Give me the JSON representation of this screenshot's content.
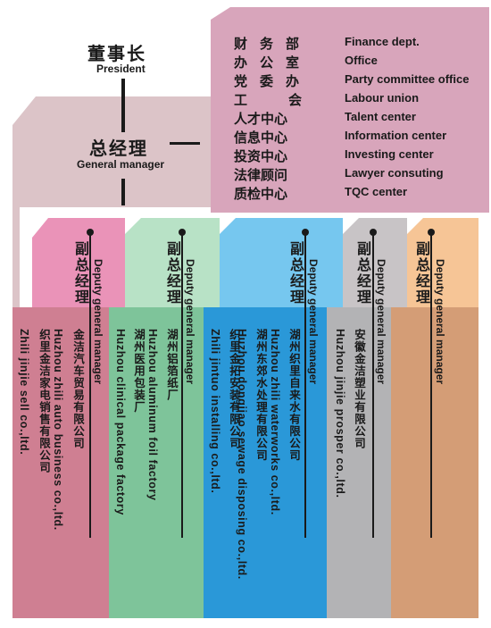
{
  "president": {
    "cn": "董事长",
    "en": "President"
  },
  "general_manager": {
    "cn": "总经理",
    "en": "General manager"
  },
  "departments": [
    {
      "cn": "财务部",
      "en": "Finance dept."
    },
    {
      "cn": "办公室",
      "en": "Office"
    },
    {
      "cn": "党委办",
      "en": "Party committee office"
    },
    {
      "cn": "工会",
      "en": "Labour union"
    },
    {
      "cn": "人才中心",
      "en": "Talent  center"
    },
    {
      "cn": "信息中心",
      "en": "Information  center"
    },
    {
      "cn": "投资中心",
      "en": "Investing center"
    },
    {
      "cn": "法律顾问",
      "en": "Lawyer consuting"
    },
    {
      "cn": "质检中心",
      "en": "TQC center"
    }
  ],
  "deputies": [
    {
      "cn": "副总经理",
      "en": "Deputy general manager",
      "companies": [
        {
          "cn": "金洁汽车贸易有限公司",
          "en": "Huzhou zhili auto business co.,ltd."
        },
        {
          "cn": "织里金洁家电销售有限公司",
          "en": "Zhili jinjie sell co.,ltd."
        }
      ]
    },
    {
      "cn": "副总经理",
      "en": "Deputy general manager",
      "companies": [
        {
          "cn": "湖州铝箔纸厂",
          "en": "Huzhou aluminum foil factory"
        },
        {
          "cn": "湖州医用包装厂",
          "en": "Huzhou clinical package factory"
        }
      ]
    },
    {
      "cn": "副总经理",
      "en": "Deputy general manager",
      "companies": [
        {
          "cn": "湖州织里自来水有限公司",
          "en": "Huzhou zhili waterworks co.,ltd."
        },
        {
          "cn": "湖州东郊水处理有限公司",
          "en": "Huzhou dongjiao sewage disposing co.,ltd."
        },
        {
          "cn": "织里金拓安装有限公司",
          "en": "Zhili jintuo installing co.,ltd."
        }
      ]
    },
    {
      "cn": "副总经理",
      "en": "Deputy general manager",
      "companies": [
        {
          "cn": "安徽金洁塑业有限公司",
          "en": "Huzhou jinjie prosper co.,ltd."
        }
      ]
    },
    {
      "cn": "副总经理",
      "en": "Deputy general manager",
      "companies": []
    }
  ],
  "colors": {
    "top_panel": "#d8a5bb",
    "gm_panel": "#dcc4c8",
    "col1_head": "#ea93b8",
    "col1_body": "#cf7f92",
    "col2_head": "#b8e2c6",
    "col2_body": "#7ec49a",
    "col3_head": "#76c7ef",
    "col3_body": "#2a98d8",
    "col4_head": "#c8c4c6",
    "col4_body": "#b3b3b5",
    "col5_head": "#f6c596",
    "col5_body": "#d49d76"
  }
}
